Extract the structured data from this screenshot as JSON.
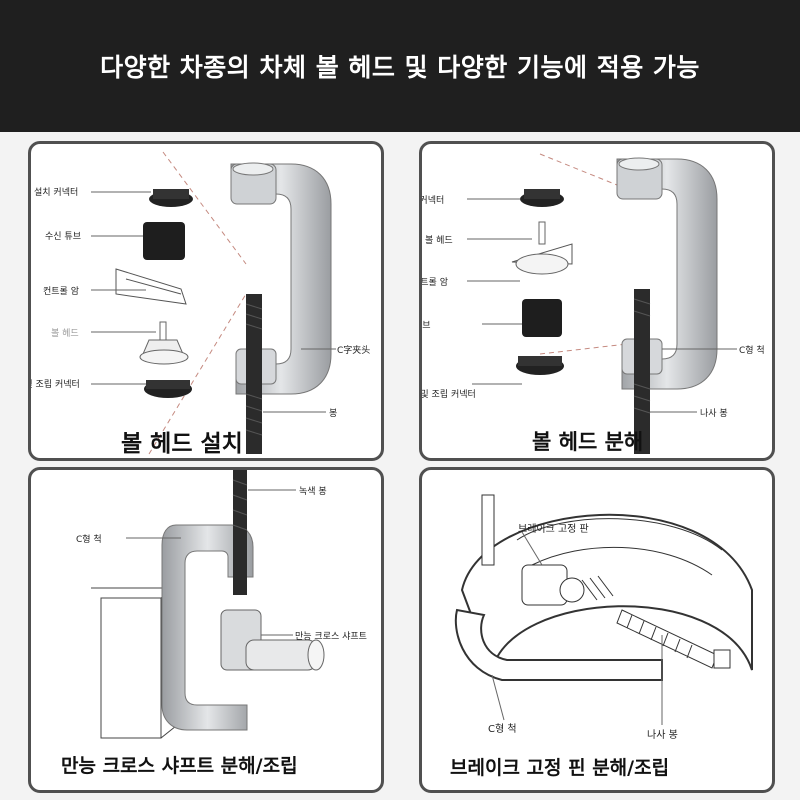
{
  "header": {
    "title": "다양한 차종의 차체 볼 헤드 및 다양한 기능에 적용 가능"
  },
  "panels": [
    {
      "caption": "볼 헤드 설치",
      "labels": [
        "설치 커넥터",
        "수신 튜브",
        "컨트롤 암",
        "볼 헤드",
        "분해 및 조립 커넥터",
        "C字夹头",
        "봉"
      ]
    },
    {
      "caption": "볼 헤드 분해",
      "labels": [
        "설치 커넥터",
        "볼 헤드",
        "컨트롤 암",
        "분해 및 조립 튜브",
        "분해 및 조립 커넥터",
        "C형 척",
        "나사 봉"
      ]
    },
    {
      "caption": "만능 크로스 샤프트 분해/조립",
      "labels": [
        "녹색 봉",
        "C형 척",
        "만능 크로스 샤프트"
      ]
    },
    {
      "caption": "브레이크 고정 핀 분해/조립",
      "labels": [
        "브레이크 고정 판",
        "C형 척",
        "나사 봉"
      ]
    }
  ],
  "colors": {
    "banner": "#1f1f1f",
    "panel_border": "#505050",
    "clamp": "#b9bcc0"
  }
}
